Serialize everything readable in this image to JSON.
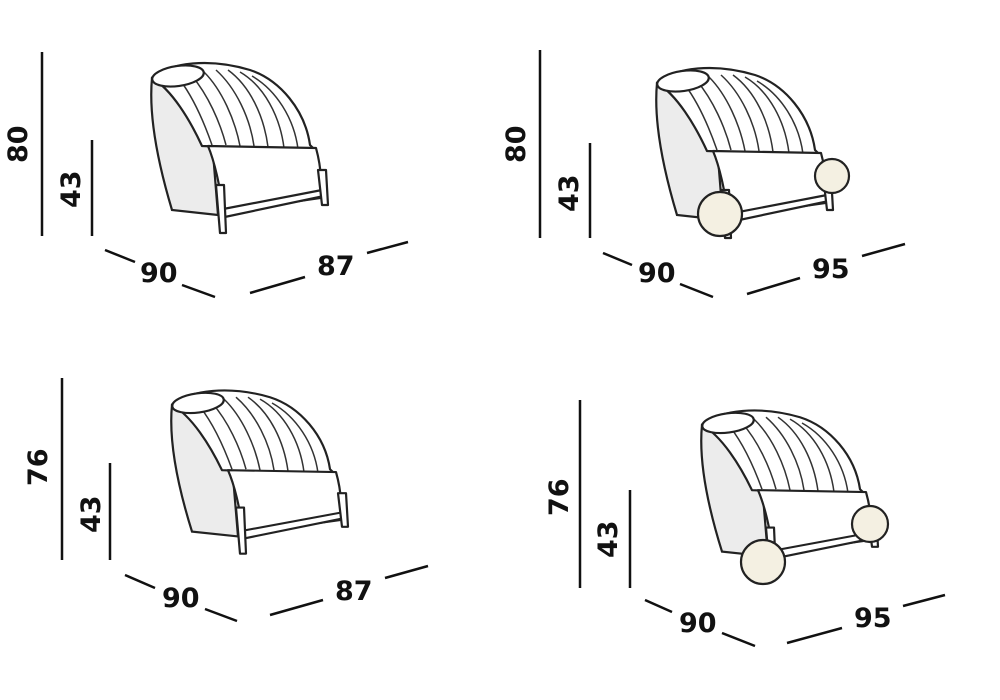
{
  "drawings": [
    {
      "variant": "chair-legs",
      "height_total": "80",
      "seat_height": "43",
      "depth": "90",
      "width": "87"
    },
    {
      "variant": "chair-wheels",
      "height_total": "80",
      "seat_height": "43",
      "depth": "90",
      "width": "95"
    },
    {
      "variant": "chair-legs-low",
      "height_total": "76",
      "seat_height": "43",
      "depth": "90",
      "width": "87"
    },
    {
      "variant": "chair-wheels-low",
      "height_total": "76",
      "seat_height": "43",
      "depth": "90",
      "width": "95"
    }
  ]
}
